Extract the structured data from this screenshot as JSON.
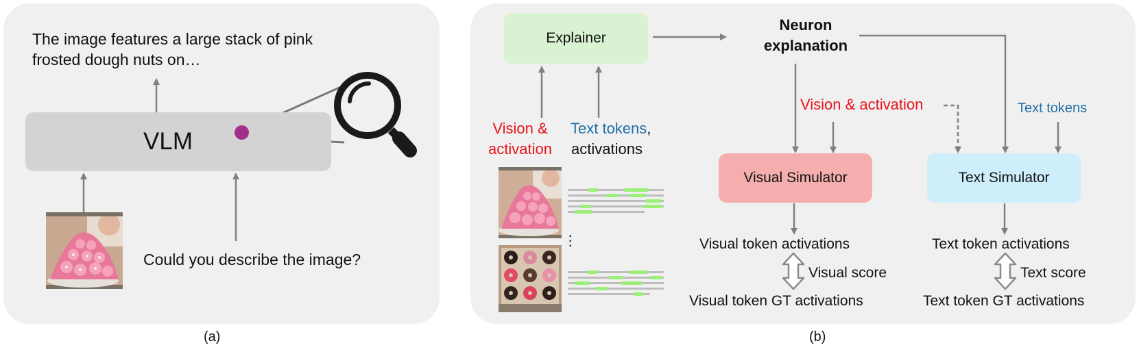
{
  "panel_a": {
    "caption_text": "The image features a large stack of pink\nfrosted dough nuts on…",
    "vlm_label": "VLM",
    "question": "Could you describe the image?",
    "sub_label": "(a)",
    "colors": {
      "neuron": "#a0308a",
      "vlm_box": "#d3d3d3"
    }
  },
  "panel_b": {
    "explainer_label": "Explainer",
    "neuron_explanation": "Neuron\nexplanation",
    "input_vision_label": "Vision &\nactivation",
    "input_text_tokens": "Text tokens",
    "input_comma": ",",
    "input_activations": "activations",
    "mid_vision_label": "Vision & activation",
    "mid_text_tokens": "Text tokens",
    "visual_simulator": "Visual Simulator",
    "text_simulator": "Text Simulator",
    "visual_token_activations": "Visual token activations",
    "visual_score": "Visual score",
    "visual_gt": "Visual token GT activations",
    "text_token_activations": "Text token activations",
    "text_score": "Text score",
    "text_gt": "Text token GT activations",
    "sub_label": "(b)",
    "colors": {
      "explainer_box": "#d9f2d1",
      "visual_sim_box": "#f4aeae",
      "text_sim_box": "#cdeefa",
      "red": "#e8141c",
      "blue": "#1f6fa8",
      "arrow": "#808080"
    }
  }
}
